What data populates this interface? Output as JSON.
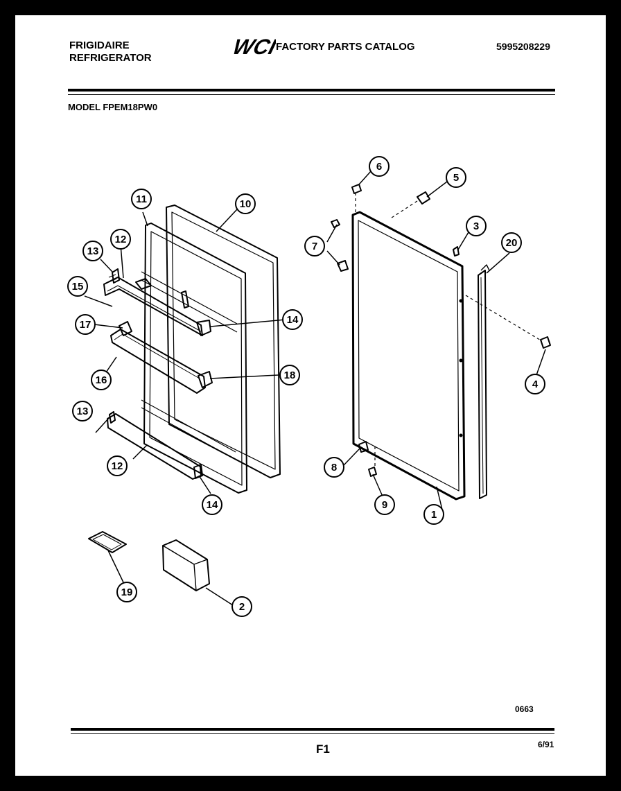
{
  "header": {
    "brand": "FRIGIDAIRE",
    "product": "REFRIGERATOR",
    "logo_text": "WCI",
    "catalog_title": "FACTORY PARTS CATALOG",
    "catalog_number": "5995208229",
    "model_label": "MODEL FPEM18PW0"
  },
  "callouts": [
    "1",
    "2",
    "3",
    "4",
    "5",
    "6",
    "7",
    "8",
    "9",
    "10",
    "11",
    "12",
    "12",
    "13",
    "13",
    "14",
    "14",
    "15",
    "16",
    "17",
    "18",
    "19",
    "20"
  ],
  "footer": {
    "drawing_code": "0663",
    "page_label": "F1",
    "date": "6/91"
  }
}
